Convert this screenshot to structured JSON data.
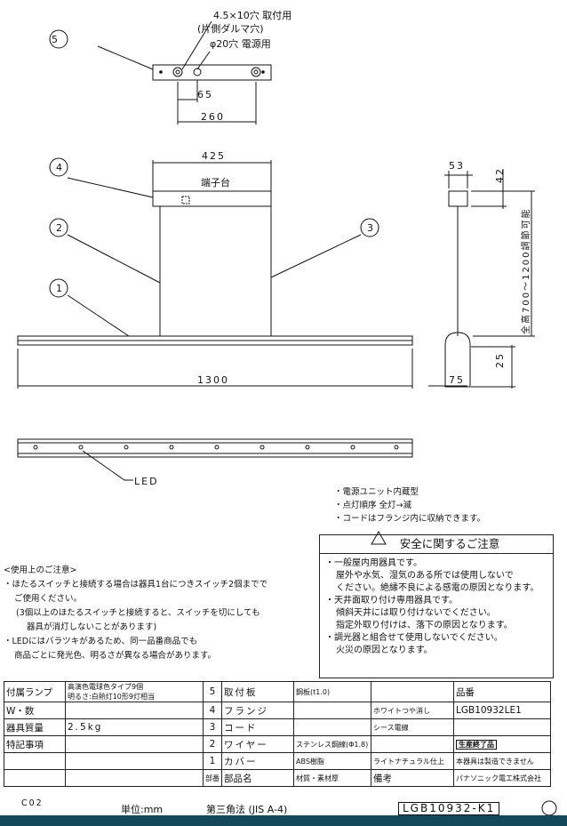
{
  "top_view": {
    "callout": "5",
    "hole_label": "4.5×10穴 取付用",
    "hole_note": "(片側ダルマ穴)",
    "power_hole": "φ20穴 電源用",
    "dim_65": "65",
    "dim_260": "260"
  },
  "front_view": {
    "callouts": [
      "4",
      "2",
      "3",
      "1"
    ],
    "dim_425": "425",
    "terminal": "端子台",
    "dim_1300": "1300"
  },
  "side_view": {
    "dim_53": "53",
    "dim_42": "42",
    "dim_25": "25",
    "dim_75": "75",
    "adjust": "全高700〜1200調節可能"
  },
  "bottom_view": {
    "led": "LED"
  },
  "features": [
    "・電源ユニット内蔵型",
    "・点灯順序 全灯→滅",
    "・コードはフランジ内に収納できます。"
  ],
  "safety": {
    "title": "安全に関するご注意",
    "lines": [
      "・一般屋内用器具です。",
      "屋外や水気、湿気のある所では使用しないで",
      "ください。絶縁不良による感電の原因となります。",
      "・天井面取り付け専用器具です。",
      "傾斜天井には取り付けないでください。",
      "指定外取り付けは、落下の原因となります。",
      "・調光器と組合せて使用しないでください。",
      "火災の原因となります。"
    ]
  },
  "usage": [
    "<使用上のご注意>",
    "・ほたるスイッチと接続する場合は器具1台につきスイッチ2個までで",
    "ご使用ください。",
    "(3個以上のほたるスイッチと接続すると、スイッチを切にしても",
    "器具が消灯しないことがあります)",
    "・LEDにはバラツキがあるため、同一品番商品でも",
    "商品ごとに発光色、明るさが異なる場合があります。"
  ],
  "spec": {
    "lamp_label": "付属ランプ",
    "lamp_value1": "高演色電球色タイプ9個",
    "lamp_value2": "明るさ:白熱灯10形9灯相当",
    "watt_label": "W・数",
    "weight_label": "器具質量",
    "weight_value": "2.5kg",
    "notes_label": "特記事項"
  },
  "parts": [
    {
      "no": "5",
      "name": "取付板",
      "material": "鋼板(t1.0)",
      "remark": ""
    },
    {
      "no": "4",
      "name": "フランジ",
      "material": "",
      "remark": "ホワイトつや消し"
    },
    {
      "no": "3",
      "name": "コード",
      "material": "",
      "remark": "シース電線"
    },
    {
      "no": "2",
      "name": "ワイヤー",
      "material": "ステンレス鋼線(Φ1.8)",
      "remark": ""
    },
    {
      "no": "1",
      "name": "カバー",
      "material": "ABS樹脂",
      "remark": "ライトナチュラル仕上"
    }
  ],
  "headers": {
    "no": "部番",
    "name": "部品名",
    "material": "材質・素材厚",
    "remark": "備考"
  },
  "model": {
    "label": "品番",
    "number": "LGB10932LE1"
  },
  "stamp": "生産終了品",
  "stamp_note": "本器具は製造できません",
  "company": "パナソニック電工株式会社",
  "footer": {
    "code": "C02",
    "unit": "単位:mm",
    "projection": "第三角法 (JIS A-4)",
    "drawing_no": "LGB10932-K1"
  }
}
